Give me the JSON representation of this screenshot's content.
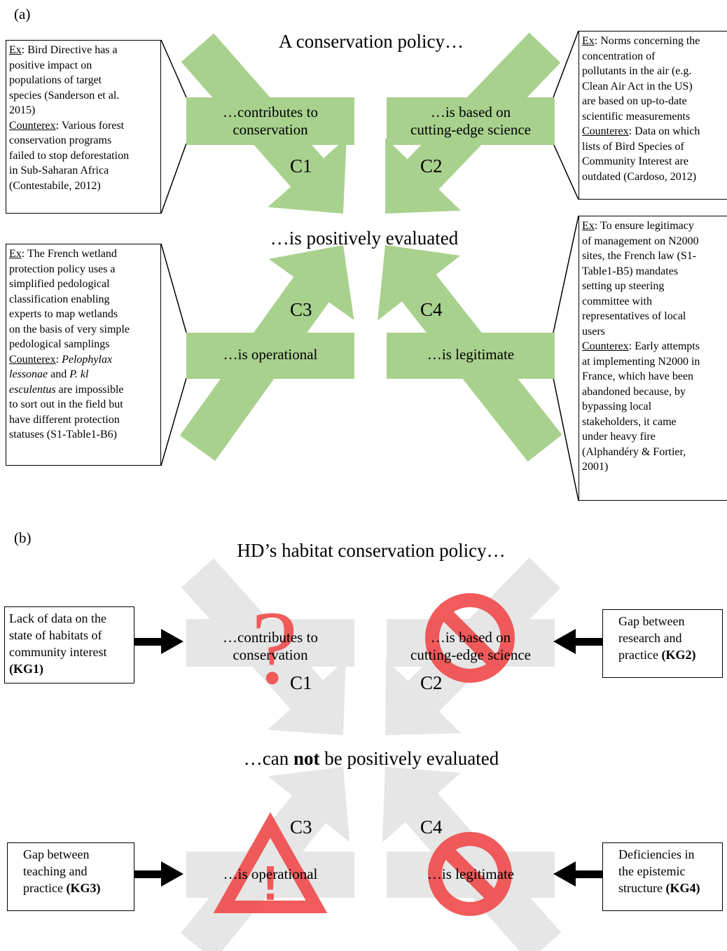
{
  "panel_a": {
    "label": "(a)",
    "top_heading": "A conservation policy…",
    "middle_heading": "…is positively evaluated",
    "arrow_color": "#a9d18e",
    "arrows": [
      {
        "id": "C1",
        "label": "C1",
        "lines": [
          "…contributes to",
          "conservation"
        ]
      },
      {
        "id": "C2",
        "label": "C2",
        "lines": [
          "…is based on",
          "cutting-edge science"
        ]
      },
      {
        "id": "C3",
        "label": "C3",
        "lines": [
          "…is operational"
        ]
      },
      {
        "id": "C4",
        "label": "C4",
        "lines": [
          "…is legitimate"
        ]
      }
    ],
    "box_c1": {
      "ex_label": "Ex",
      "ex_lines": [
        ": Bird Directive has a",
        "positive impact on",
        "populations of target",
        "species (Sanderson et al.",
        "2015)"
      ],
      "counter_label": "Counterex",
      "counter_lines": [
        ": Various forest",
        "conservation programs",
        "failed to stop deforestation",
        "in Sub-Saharan Africa",
        "(Contestabile, 2012)"
      ]
    },
    "box_c2": {
      "ex_label": "Ex",
      "ex_lines": [
        ": Norms concerning the",
        "concentration of",
        "pollutants in the air (e.g.",
        "Clean Air Act in the US)",
        "are based on up-to-date",
        "scientific measurements"
      ],
      "counter_label": "Counterex",
      "counter_lines": [
        ": Data on which",
        "lists of Bird Species of",
        "Community Interest are",
        "outdated (Cardoso, 2012)"
      ]
    },
    "box_c3": {
      "ex_label": "Ex",
      "ex_lines": [
        ": The French wetland",
        "protection policy uses a",
        "simplified pedological",
        "classification enabling",
        "experts to map wetlands",
        "on the basis of very simple",
        "pedological samplings"
      ],
      "counter_label": "Counterex",
      "counter_italic_1": "Pelophylax",
      "counter_italic_2": "lessonae",
      "counter_and": " and ",
      "counter_italic_3": "P. kl",
      "counter_italic_4": "esculentus",
      "counter_rest_1": " are impossible",
      "counter_rest_lines": [
        "to sort out in the field but",
        "have different protection",
        "statuses (S1-Table1-B6)"
      ]
    },
    "box_c4": {
      "ex_label": "Ex",
      "ex_lines": [
        ": To ensure legitimacy",
        "of management on N2000",
        "sites, the French law (S1-",
        "Table1-B5) mandates",
        "setting up steering",
        "committee with",
        "representatives of local",
        "users"
      ],
      "counter_label": "Counterex",
      "counter_lines": [
        ": Early attempts",
        "at implementing N2000 in",
        "France, which have been",
        "abandoned because, by",
        "bypassing local",
        "stakeholders, it came",
        "under heavy fire",
        "(Alphandéry & Fortier,",
        "2001)"
      ]
    }
  },
  "panel_b": {
    "label": "(b)",
    "top_heading": "HD’s habitat conservation policy…",
    "middle_heading_pre": "…can ",
    "middle_heading_bold": "not",
    "middle_heading_post": " be positively evaluated",
    "arrow_color": "#e6e6e6",
    "symbol_color": "#f04a4a",
    "arrows": [
      {
        "id": "C1",
        "label": "C1",
        "lines": [
          "…contributes to",
          "conservation"
        ],
        "symbol": "question-mark"
      },
      {
        "id": "C2",
        "label": "C2",
        "lines": [
          "…is based on",
          "cutting-edge science"
        ],
        "symbol": "prohibition"
      },
      {
        "id": "C3",
        "label": "C3",
        "lines": [
          "…is operational"
        ],
        "symbol": "warning-triangle"
      },
      {
        "id": "C4",
        "label": "C4",
        "lines": [
          "…is legitimate"
        ],
        "symbol": "prohibition"
      }
    ],
    "question_glyph": "?",
    "warning_glyph": "!",
    "kg1": {
      "lines": [
        "Lack of data on the",
        "state of habitats of",
        "community interest"
      ],
      "bold": "(KG1)"
    },
    "kg2": {
      "lines": [
        "Gap between",
        "research and"
      ],
      "last_pre": "practice ",
      "bold": "(KG2)"
    },
    "kg3": {
      "lines": [
        "Gap between",
        "teaching and"
      ],
      "last_pre": "practice ",
      "bold": "(KG3)"
    },
    "kg4": {
      "lines": [
        "Deficiencies in",
        "the epistemic"
      ],
      "last_pre": "structure ",
      "bold": "(KG4)"
    }
  }
}
